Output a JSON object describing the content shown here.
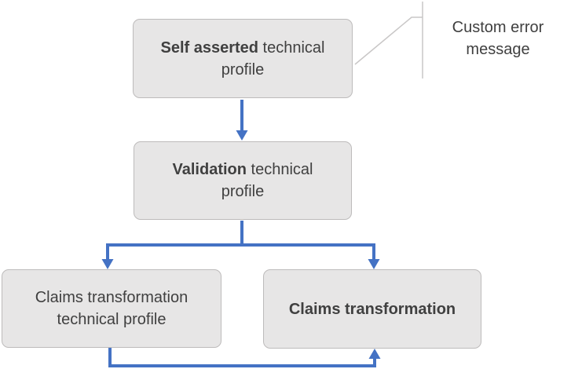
{
  "colors": {
    "canvas-bg": "#ffffff",
    "box-fill": "#e7e6e6",
    "box-border": "#bdbbbb",
    "arrow-blue": "#4472c4",
    "callout-line": "#c9c7c7",
    "text": "#404040"
  },
  "diagram": {
    "nodes": {
      "self_asserted": {
        "line1_bold": "Self asserted",
        "line1_rest": " technical",
        "line2": "profile"
      },
      "validation": {
        "line1_bold": "Validation",
        "line1_rest": " technical",
        "line2": "profile"
      },
      "claims_tp": {
        "line1": "Claims transformation",
        "line2": "technical profile"
      },
      "claims_transformation": {
        "line1_bold": "Claims transformation"
      }
    },
    "callout": {
      "line1": "Custom error",
      "line2": "message"
    }
  }
}
